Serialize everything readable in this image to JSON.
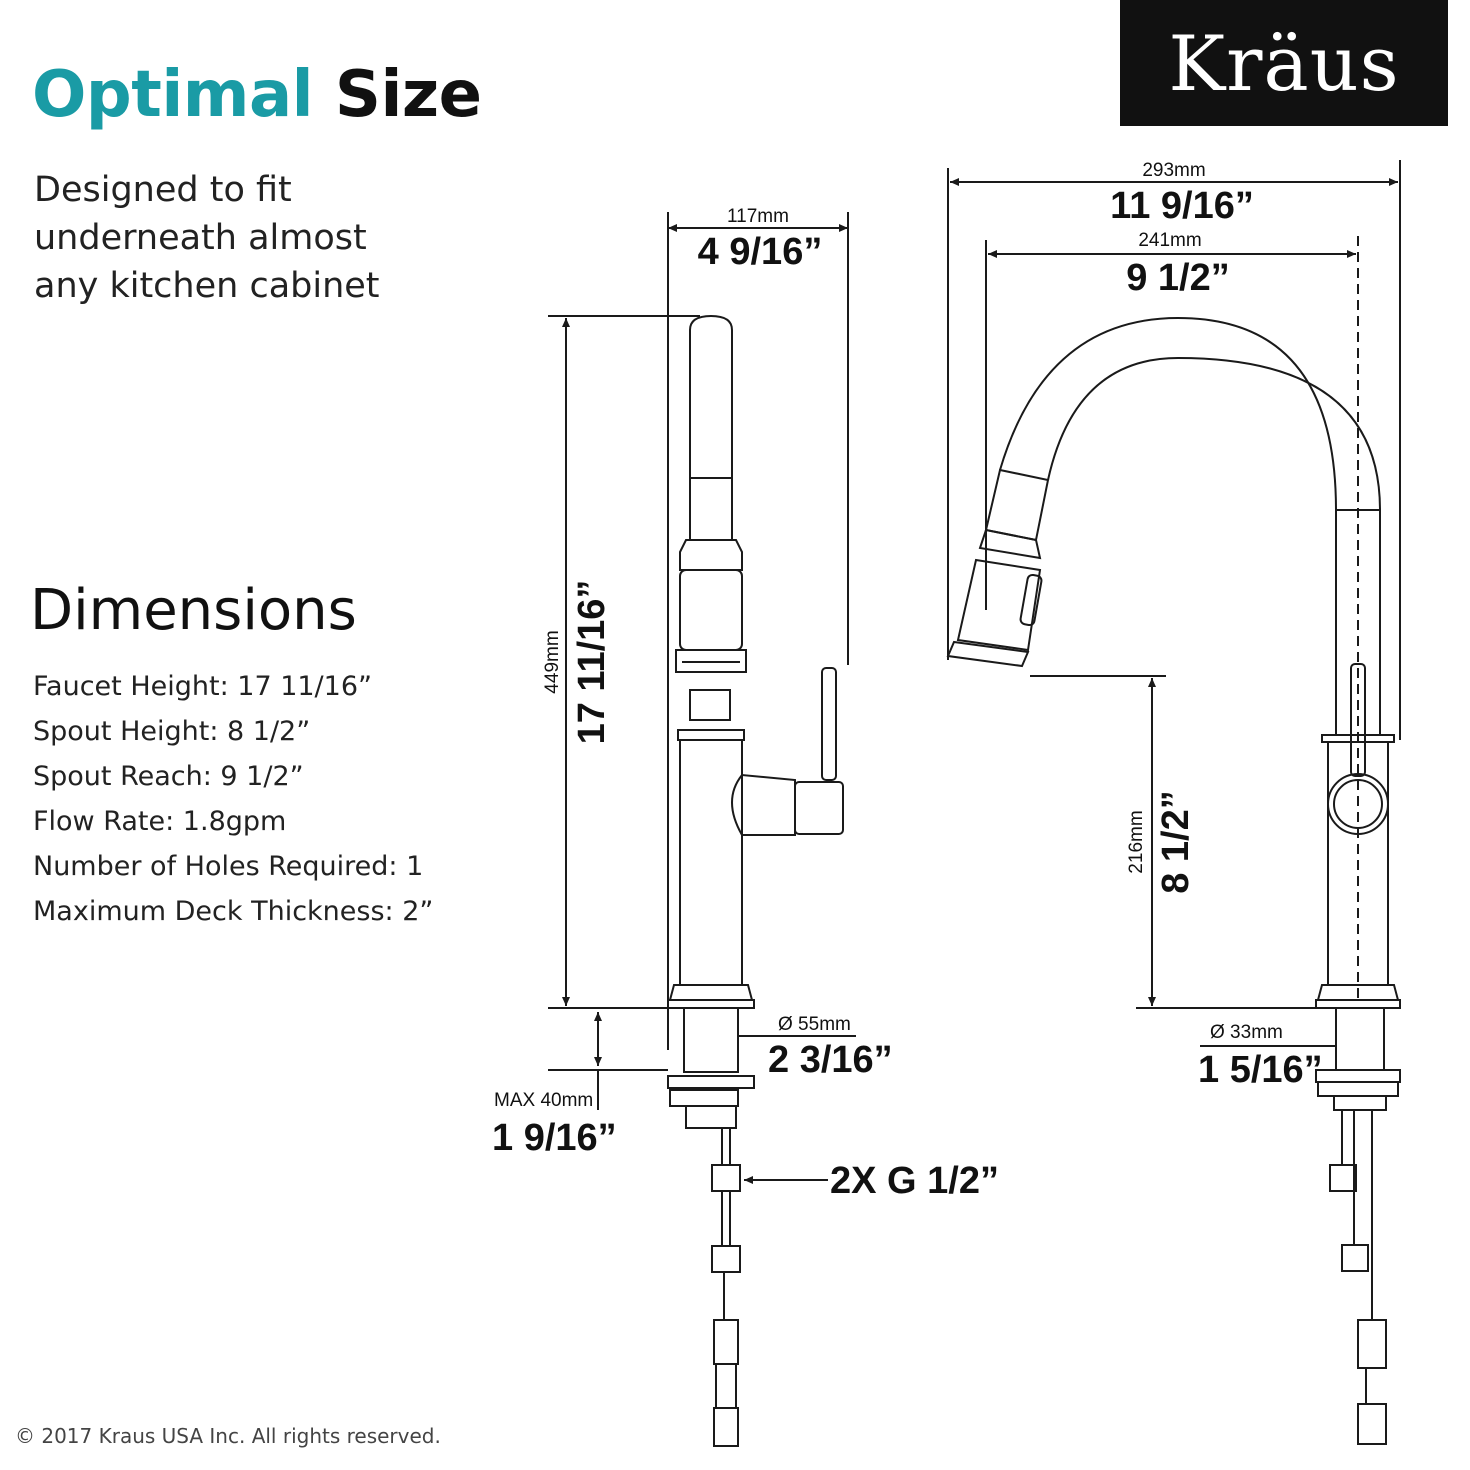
{
  "title": {
    "accent": "Optimal",
    "rest": "Size"
  },
  "intro": [
    "Designed to fit",
    "underneath almost",
    "any kitchen cabinet"
  ],
  "dimensions_heading": "Dimensions",
  "specs": [
    "Faucet Height: 17 11/16”",
    "Spout Height: 8 1/2”",
    "Spout Reach: 9 1/2”",
    "Flow Rate: 1.8gpm",
    "Number of Holes Required: 1",
    "Maximum Deck Thickness: 2”"
  ],
  "copyright": "© 2017 Kraus USA Inc. All rights reserved.",
  "logo": "Kräus",
  "side_view": {
    "width_mm": "117mm",
    "width_in": "4 9/16”",
    "height_mm": "449mm",
    "height_in": "17 11/16”",
    "base_mm": "Ø 55mm",
    "base_in": "2 3/16”",
    "deck_mm": "MAX 40mm",
    "deck_in": "1 9/16”",
    "connector": "2X G 1/2”"
  },
  "front_view": {
    "overall_mm": "293mm",
    "overall_in": "11 9/16”",
    "reach_mm": "241mm",
    "reach_in": "9 1/2”",
    "spout_mm": "216mm",
    "spout_in": "8 1/2”",
    "base_mm": "Ø 33mm",
    "base_in": "1 5/16”"
  },
  "colors": {
    "accent": "#1a9ba5",
    "logo_bg": "#111111",
    "line": "#1a1a1a"
  }
}
